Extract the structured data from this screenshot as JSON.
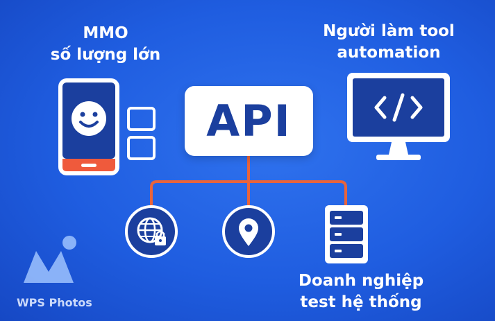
{
  "labels": {
    "mmo": [
      "MMO",
      "số lượng lớn"
    ],
    "tool": [
      "Người làm tool",
      "automation"
    ],
    "enterprise": [
      "Doanh nghiệp",
      "test hệ thống"
    ]
  },
  "api_label": "API",
  "watermark": "WPS Photos",
  "icons": {
    "phone": "smartphone-smiley-icon",
    "boxes": "checkbox-squares-icon",
    "monitor": "monitor-code-icon",
    "globe": "globe-lock-icon",
    "pin": "location-pin-icon",
    "server": "server-rack-icon",
    "logo": "wps-photos-logo"
  },
  "colors": {
    "background": "#1f5de0",
    "connector": "#e8643c",
    "phone_bottom": "#ef5a3c",
    "api_text": "#1b3f9e",
    "icon_fill": "#1b3f9e"
  }
}
